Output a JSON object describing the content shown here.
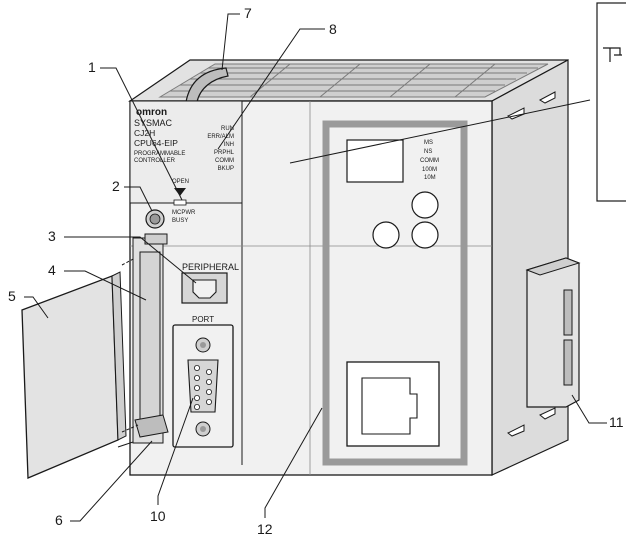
{
  "panel": {
    "brand": "omron",
    "series": "SYSMAC",
    "family": "CJ2H",
    "model": "CPU64-EIP",
    "desc1": "PROGRAMMABLE",
    "desc2": "CONTROLLER",
    "open_label": "OPEN",
    "mcpwr": "MCPWR",
    "busy": "BUSY",
    "leds": [
      "RUN",
      "ERR/ALM",
      "INH",
      "PRPHL",
      "COMM",
      "BKUP"
    ]
  },
  "ports": {
    "peripheral": "PERIPHERAL",
    "serial": "PORT"
  },
  "eip_leds": [
    "MS",
    "NS",
    "COMM",
    "100M",
    "10M"
  ],
  "callouts": [
    "1",
    "2",
    "3",
    "4",
    "5",
    "6",
    "7",
    "8",
    "10",
    "11",
    "12"
  ],
  "colors": {
    "body": "#f1f1f1",
    "outline": "#1a1a1a",
    "gray_frame": "#9a9a9a",
    "vent": "#7a7a7a"
  }
}
